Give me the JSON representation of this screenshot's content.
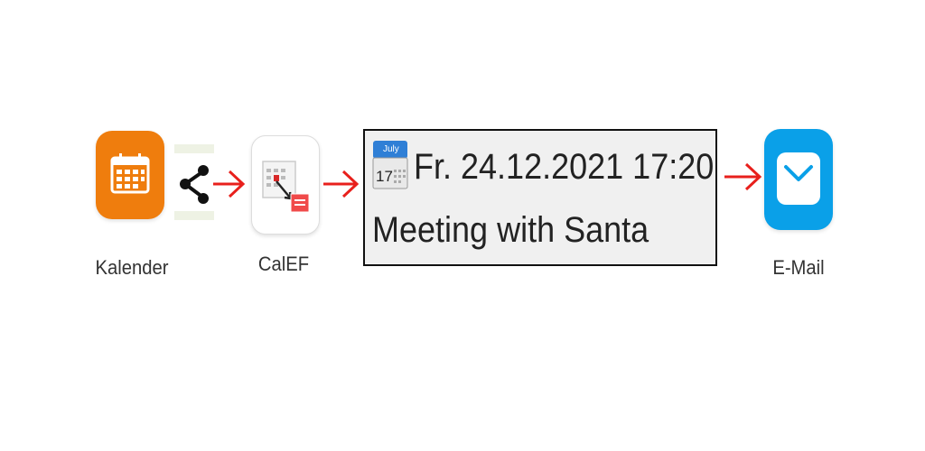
{
  "nodes": [
    {
      "id": "kalender",
      "label": "Kalender",
      "icon": "calendar-app-icon"
    },
    {
      "id": "share",
      "icon": "share-icon"
    },
    {
      "id": "calef",
      "label": "CalEF",
      "icon": "calef-app-icon"
    },
    {
      "id": "event",
      "icon": "calendar-date-icon"
    },
    {
      "id": "email",
      "label": "E-Mail",
      "icon": "email-app-icon"
    }
  ],
  "event": {
    "mini_calendar_month": "July",
    "mini_calendar_day": "17",
    "date_line": "Fr. 24.12.2021 17:20",
    "title": "Meeting with Santa"
  },
  "colors": {
    "kalender_orange": "#ef7d0d",
    "email_blue": "#0aa0e8",
    "arrow_red": "#e8201c",
    "mini_calendar_blue": "#2f7fd6"
  }
}
